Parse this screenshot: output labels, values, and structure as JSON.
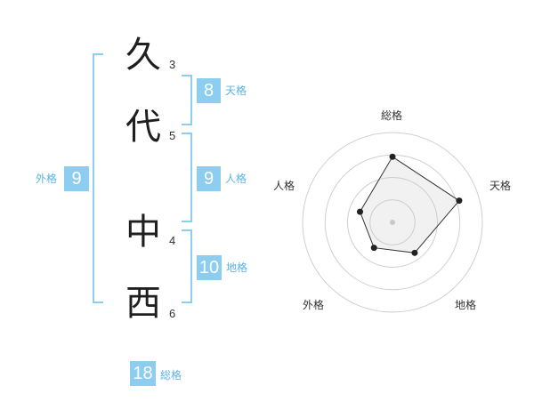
{
  "name": {
    "characters": [
      {
        "char": "久",
        "strokes": "3"
      },
      {
        "char": "代",
        "strokes": "5"
      },
      {
        "char": "中",
        "strokes": "4"
      },
      {
        "char": "西",
        "strokes": "6"
      }
    ]
  },
  "fortunes": {
    "tenkaku": {
      "value": "8",
      "label": "天格"
    },
    "jinkaku": {
      "value": "9",
      "label": "人格"
    },
    "chikaku": {
      "value": "10",
      "label": "地格"
    },
    "gaikaku": {
      "value": "9",
      "label": "外格"
    },
    "soukaku": {
      "value": "18",
      "label": "総格"
    }
  },
  "colors": {
    "accent": "#8ccdf0",
    "accent_text": "#5bb3e3"
  },
  "chart_data": {
    "type": "radar",
    "axes": [
      "総格",
      "天格",
      "地格",
      "外格",
      "人格"
    ],
    "values": [
      0.73,
      0.78,
      0.42,
      0.35,
      0.38
    ],
    "rings": 4,
    "grid": true
  }
}
